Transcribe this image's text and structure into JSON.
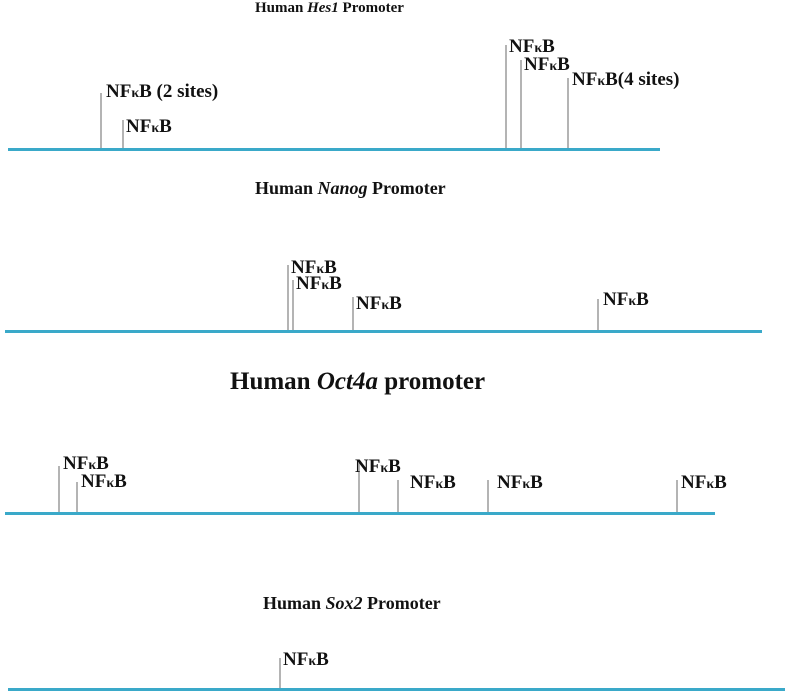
{
  "site_label": "NFκB",
  "promoters": [
    {
      "id": "hes1",
      "title_prefix": "Human ",
      "gene": "Hes1",
      "title_suffix": " Promoter",
      "sites": [
        {
          "suffix": " (2 sites)"
        },
        {
          "suffix": ""
        },
        {
          "suffix": ""
        },
        {
          "suffix": ""
        },
        {
          "suffix": "(4 sites)"
        }
      ]
    },
    {
      "id": "nanog",
      "title_prefix": "Human ",
      "gene": "Nanog",
      "title_suffix": " Promoter",
      "sites": [
        {
          "suffix": ""
        },
        {
          "suffix": ""
        },
        {
          "suffix": ""
        },
        {
          "suffix": ""
        }
      ]
    },
    {
      "id": "oct4a",
      "title_prefix": "Human ",
      "gene": "Oct4a",
      "title_suffix": " promoter",
      "sites": [
        {
          "suffix": ""
        },
        {
          "suffix": ""
        },
        {
          "suffix": ""
        },
        {
          "suffix": ""
        },
        {
          "suffix": ""
        },
        {
          "suffix": ""
        }
      ]
    },
    {
      "id": "sox2",
      "title_prefix": "Human ",
      "gene": "Sox2",
      "title_suffix": " Promoter",
      "sites": [
        {
          "suffix": ""
        }
      ]
    }
  ]
}
